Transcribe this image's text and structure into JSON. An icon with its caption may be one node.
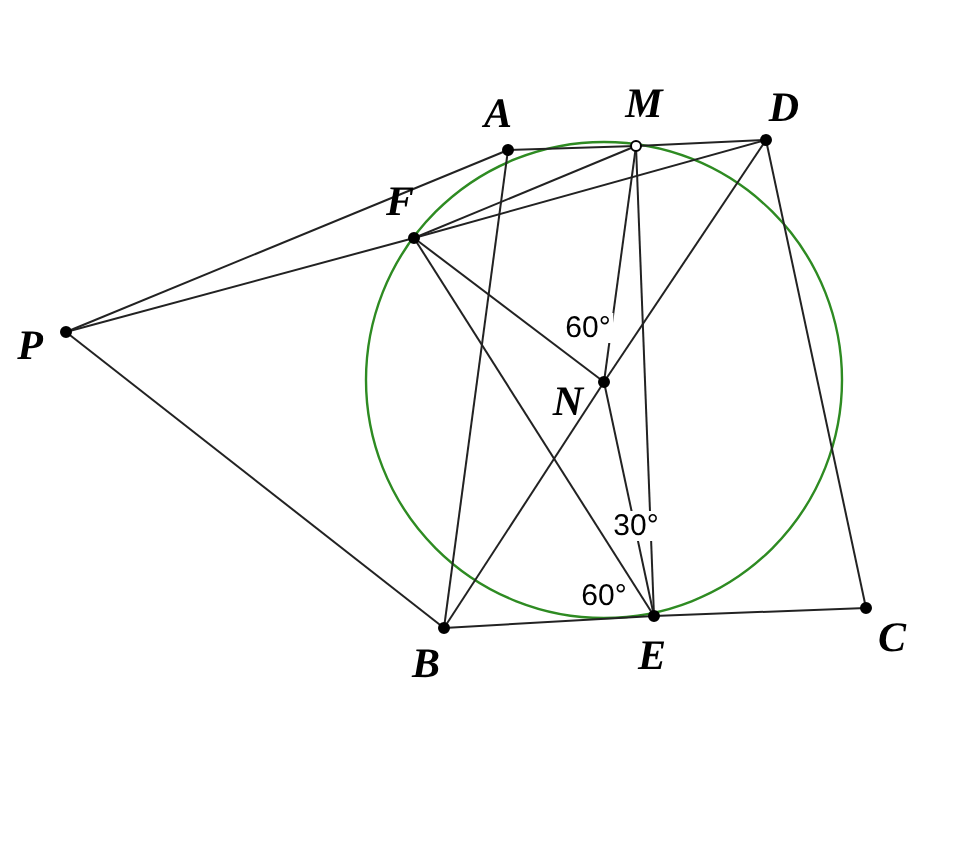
{
  "diagram": {
    "nodes": [
      {
        "text": [
          "A"
        ]
      },
      {
        "text": [
          "M"
        ]
      },
      {
        "text": [
          "D"
        ]
      },
      {
        "text": [
          "F"
        ]
      },
      {
        "text": [
          "P"
        ]
      },
      {
        "text": [
          "N"
        ]
      },
      {
        "text": [
          "B"
        ]
      },
      {
        "text": [
          "E"
        ]
      },
      {
        "text": [
          "C"
        ]
      }
    ],
    "edges": [
      {
        "from": 0,
        "to": 1,
        "arrow": "none"
      },
      {
        "from": 1,
        "to": 2,
        "arrow": "none"
      },
      {
        "from": 4,
        "to": 0,
        "arrow": "none"
      },
      {
        "from": 4,
        "to": 3,
        "arrow": "none"
      },
      {
        "from": 3,
        "to": 2,
        "arrow": "none"
      },
      {
        "from": 3,
        "to": 1,
        "arrow": "none"
      },
      {
        "from": 3,
        "to": 5,
        "arrow": "none"
      },
      {
        "from": 3,
        "to": 7,
        "arrow": "none"
      },
      {
        "from": 1,
        "to": 5,
        "arrow": "none"
      },
      {
        "from": 5,
        "to": 7,
        "arrow": "none"
      },
      {
        "from": 1,
        "to": 7,
        "arrow": "none"
      },
      {
        "from": 2,
        "to": 5,
        "arrow": "none"
      },
      {
        "from": 5,
        "to": 6,
        "arrow": "none"
      },
      {
        "from": 0,
        "to": 6,
        "arrow": "none"
      },
      {
        "from": 4,
        "to": 6,
        "arrow": "none"
      },
      {
        "from": 6,
        "to": 7,
        "arrow": "none"
      },
      {
        "from": 7,
        "to": 8,
        "arrow": "none"
      },
      {
        "from": 2,
        "to": 8,
        "arrow": "none"
      }
    ],
    "labels": [
      "60°",
      "30°",
      "60°"
    ]
  }
}
